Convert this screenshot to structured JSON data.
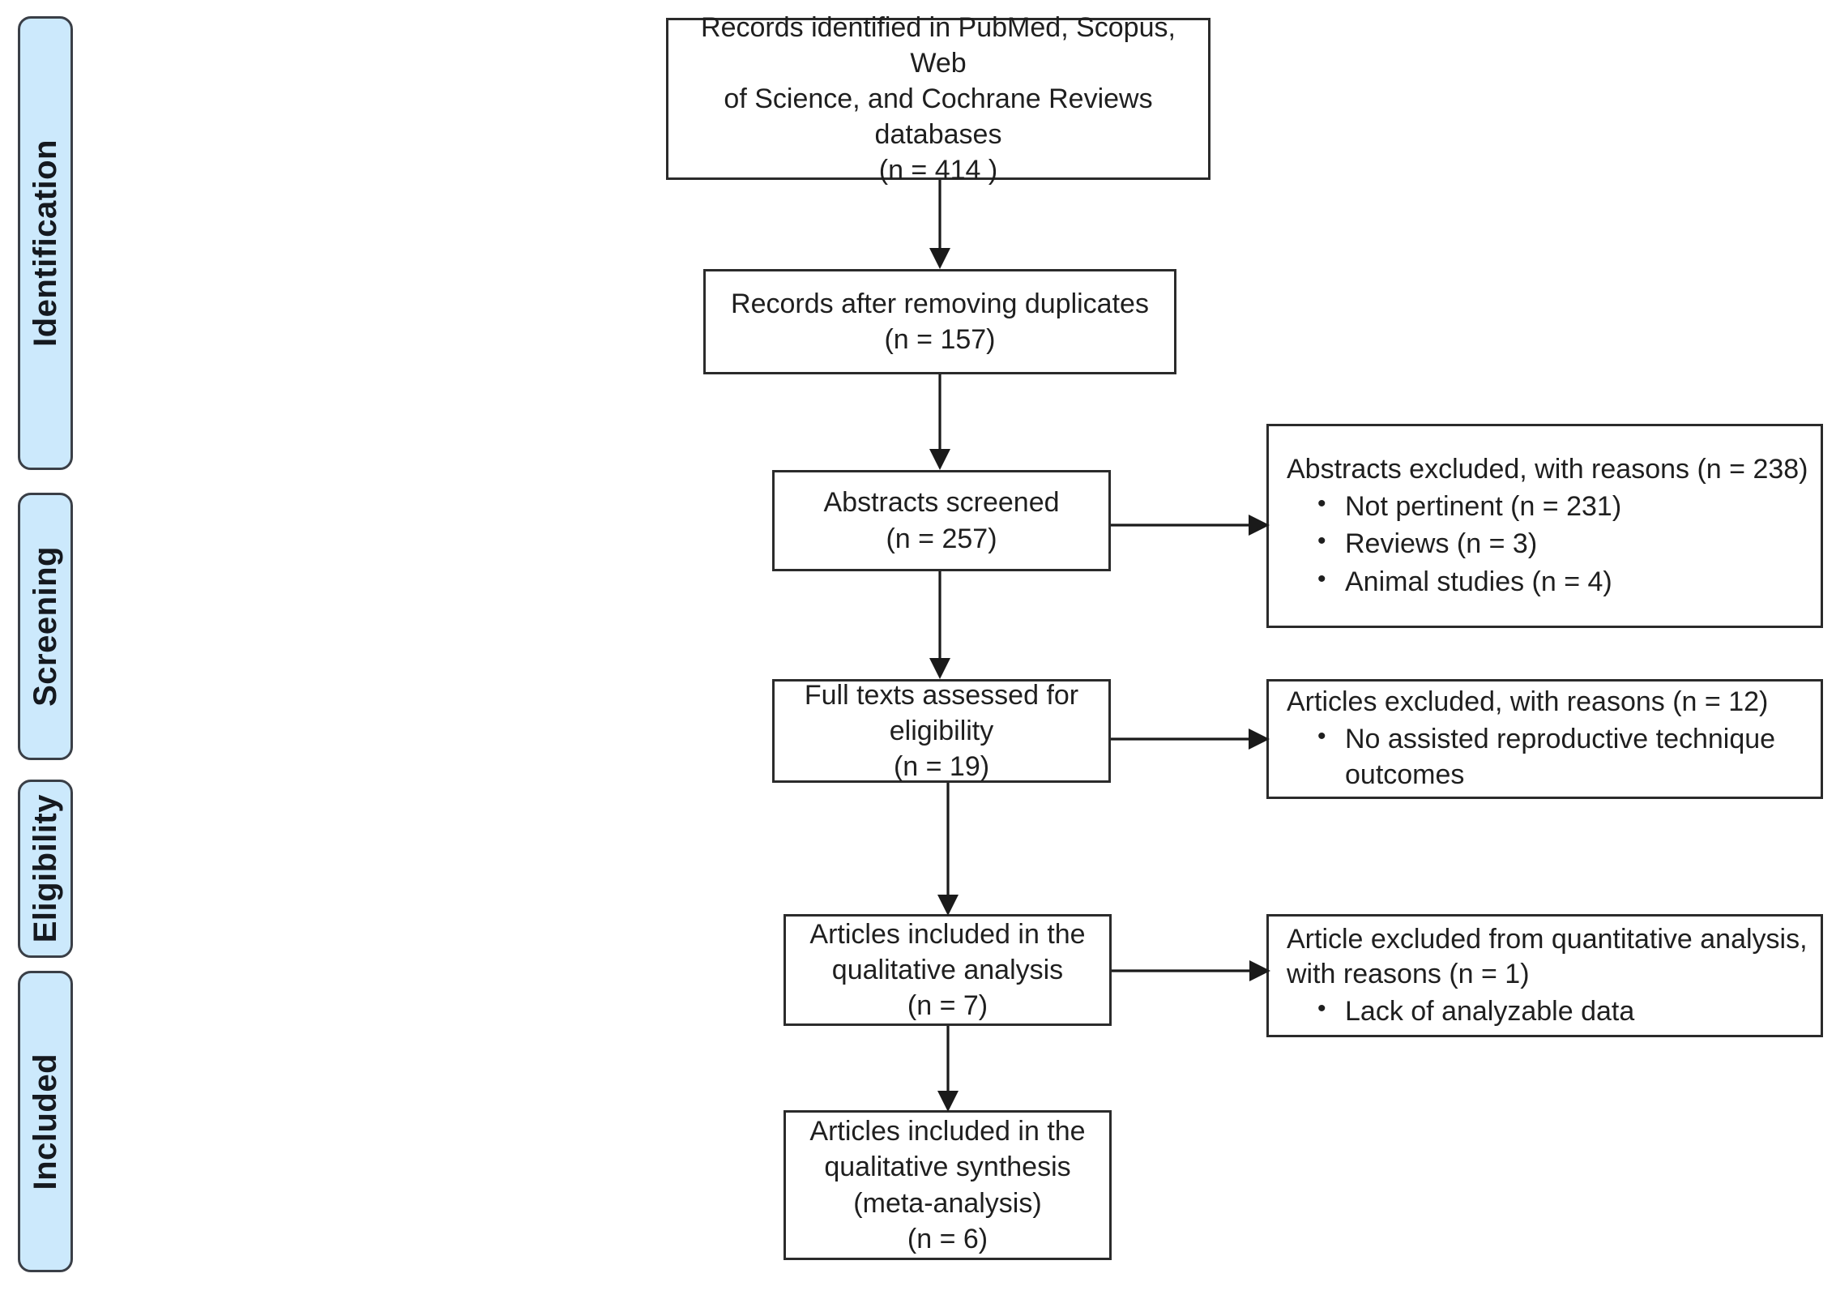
{
  "diagram": {
    "title": "PRISMA flow diagram",
    "accent_color": "#CCE9FC",
    "border_color": "#2b2b2b",
    "tab_border_color": "#3a3f47"
  },
  "phases": [
    {
      "label": "Identification"
    },
    {
      "label": "Screening"
    },
    {
      "label": "Eligibility"
    },
    {
      "label": "Included"
    }
  ],
  "flow": {
    "identified": "Records identified  in PubMed, Scopus, Web\nof Science, and Cochrane Reviews\ndatabases\n(n = 414 )",
    "after_duplicates": "Records after removing duplicates\n(n = 157)",
    "abstracts_screened": "Abstracts screened\n(n = 257)",
    "full_texts": "Full texts assessed for\neligibility\n(n = 19)",
    "qualitative_analysis": "Articles included  in the\nqualitative  analysis\n(n = 7)",
    "qualitative_synthesis": "Articles  included  in the\nqualitative  synthesis\n(meta-analysis)\n(n = 6)"
  },
  "exclusions": {
    "abstracts": {
      "heading": "Abstracts excluded, with reasons (n = 238)",
      "reasons": [
        "Not pertinent (n = 231)",
        "Reviews (n = 3)",
        "Animal studies (n = 4)"
      ]
    },
    "articles": {
      "heading": "Articles excluded, with  reasons (n = 12)",
      "reasons": [
        "No assisted reproductive technique outcomes"
      ]
    },
    "quantitative": {
      "heading": "Article  excluded from quantitative analysis,\nwith  reasons (n = 1)",
      "reasons": [
        "Lack of analyzable data"
      ]
    }
  },
  "chart_data": {
    "type": "diagram",
    "title": "PRISMA flow diagram",
    "nodes": [
      {
        "id": "identified",
        "stage": "Identification",
        "label": "Records identified in PubMed, Scopus, Web of Science, and Cochrane Reviews databases",
        "n": 414
      },
      {
        "id": "after_duplicates",
        "stage": "Identification",
        "label": "Records after removing duplicates",
        "n": 157
      },
      {
        "id": "abstracts_screened",
        "stage": "Screening",
        "label": "Abstracts screened",
        "n": 257
      },
      {
        "id": "abstracts_excluded",
        "stage": "Screening",
        "label": "Abstracts excluded, with reasons",
        "n": 238,
        "breakdown": [
          {
            "reason": "Not pertinent",
            "n": 231
          },
          {
            "reason": "Reviews",
            "n": 3
          },
          {
            "reason": "Animal studies",
            "n": 4
          }
        ]
      },
      {
        "id": "full_texts",
        "stage": "Eligibility",
        "label": "Full texts assessed for eligibility",
        "n": 19
      },
      {
        "id": "articles_excluded",
        "stage": "Eligibility",
        "label": "Articles excluded, with reasons",
        "n": 12,
        "breakdown": [
          {
            "reason": "No assisted reproductive technique outcomes",
            "n": null
          }
        ]
      },
      {
        "id": "qualitative_analysis",
        "stage": "Included",
        "label": "Articles included in the qualitative analysis",
        "n": 7
      },
      {
        "id": "quantitative_excluded",
        "stage": "Included",
        "label": "Article excluded from quantitative analysis, with reasons",
        "n": 1,
        "breakdown": [
          {
            "reason": "Lack of analyzable data",
            "n": null
          }
        ]
      },
      {
        "id": "qualitative_synthesis",
        "stage": "Included",
        "label": "Articles included in the qualitative synthesis (meta-analysis)",
        "n": 6
      }
    ],
    "edges": [
      {
        "from": "identified",
        "to": "after_duplicates",
        "direction": "down"
      },
      {
        "from": "after_duplicates",
        "to": "abstracts_screened",
        "direction": "down"
      },
      {
        "from": "abstracts_screened",
        "to": "abstracts_excluded",
        "direction": "right"
      },
      {
        "from": "abstracts_screened",
        "to": "full_texts",
        "direction": "down"
      },
      {
        "from": "full_texts",
        "to": "articles_excluded",
        "direction": "right"
      },
      {
        "from": "full_texts",
        "to": "qualitative_analysis",
        "direction": "down"
      },
      {
        "from": "qualitative_analysis",
        "to": "quantitative_excluded",
        "direction": "right"
      },
      {
        "from": "qualitative_analysis",
        "to": "qualitative_synthesis",
        "direction": "down"
      }
    ]
  }
}
